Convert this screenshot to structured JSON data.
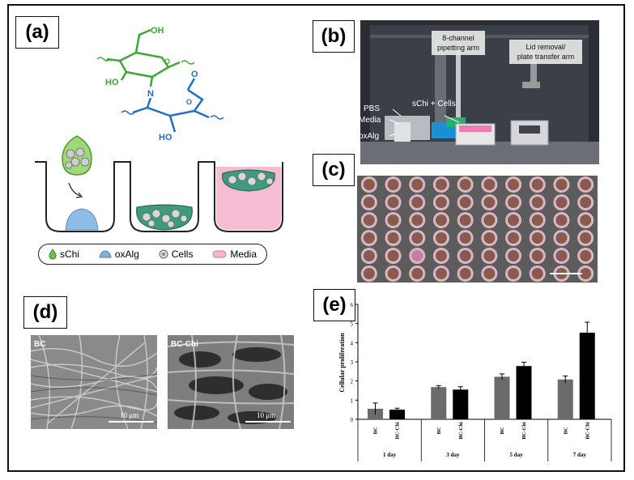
{
  "panels": {
    "a": "(a)",
    "b": "(b)",
    "c": "(c)",
    "d": "(d)",
    "e": "(e)"
  },
  "panel_a": {
    "chem_labels": {
      "oh": "OH",
      "ho": "HO",
      "n": "N",
      "o1": "O",
      "o2": "O",
      "o3": "O",
      "ho2": "HO"
    },
    "legend": [
      {
        "label": "sChi",
        "color": "#6cc04a"
      },
      {
        "label": "oxAlg",
        "color": "#7fb2e0"
      },
      {
        "label": "Cells",
        "color": "#bbbbbb"
      },
      {
        "label": "Media",
        "color": "#f4b7cf"
      }
    ]
  },
  "panel_b": {
    "labels": {
      "arm1_line1": "8-channel",
      "arm1_line2": "pipetting arm",
      "arm2_line1": "Lid removal/",
      "arm2_line2": "plate transfer arm",
      "schi_cells": "sChi + Cells",
      "pbs": "PBS",
      "media": "Media",
      "oxalg": "oxAlg"
    }
  },
  "panel_d": {
    "images": [
      {
        "label": "BC",
        "scale": "10 μm"
      },
      {
        "label": "BC-Chi",
        "scale": "10 μm"
      }
    ]
  },
  "chart_data": {
    "type": "bar",
    "ylabel": "Cellular proliferation",
    "ylim": [
      0,
      6
    ],
    "yticks": [
      "0",
      "1",
      "2",
      "3",
      "4",
      "5",
      "6"
    ],
    "groups": [
      "1 day",
      "3 day",
      "5 day",
      "7 day"
    ],
    "series": [
      {
        "name": "BC",
        "color": "#6b6b6b",
        "values": [
          0.55,
          1.68,
          2.22,
          2.08
        ],
        "errors": [
          0.3,
          0.08,
          0.15,
          0.18
        ]
      },
      {
        "name": "BC-Chi",
        "color": "#000000",
        "values": [
          0.5,
          1.55,
          2.78,
          4.52
        ],
        "errors": [
          0.08,
          0.15,
          0.2,
          0.55
        ]
      }
    ]
  }
}
